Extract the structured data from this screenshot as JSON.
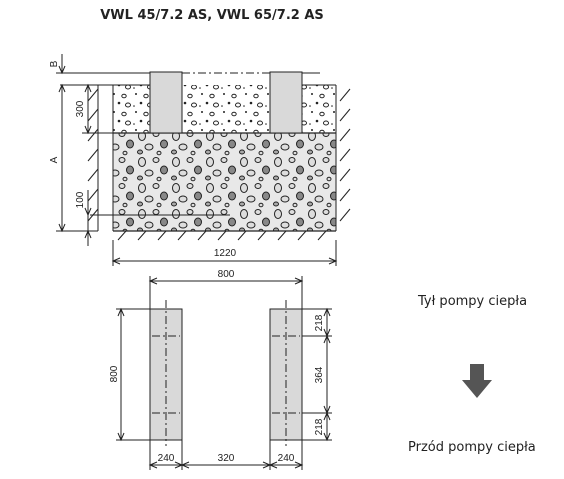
{
  "title": "VWL 45/7.2 AS, VWL 65/7.2 AS",
  "labels": {
    "back": "Tył pompy ciepła",
    "front": "Przód pompy ciepła"
  },
  "section_dims": {
    "b": "B",
    "a": "A",
    "d300": "300",
    "d100": "100",
    "d1220": "1220"
  },
  "plan_dims": {
    "d800_top": "800",
    "d800_left": "800",
    "d218_top": "218",
    "d364": "364",
    "d218_bottom": "218",
    "d240_left": "240",
    "d320": "320",
    "d240_right": "240"
  },
  "colors": {
    "foundation": "#d9d9d9",
    "gravel": "#e8e8e8",
    "arrow": "#555555"
  }
}
